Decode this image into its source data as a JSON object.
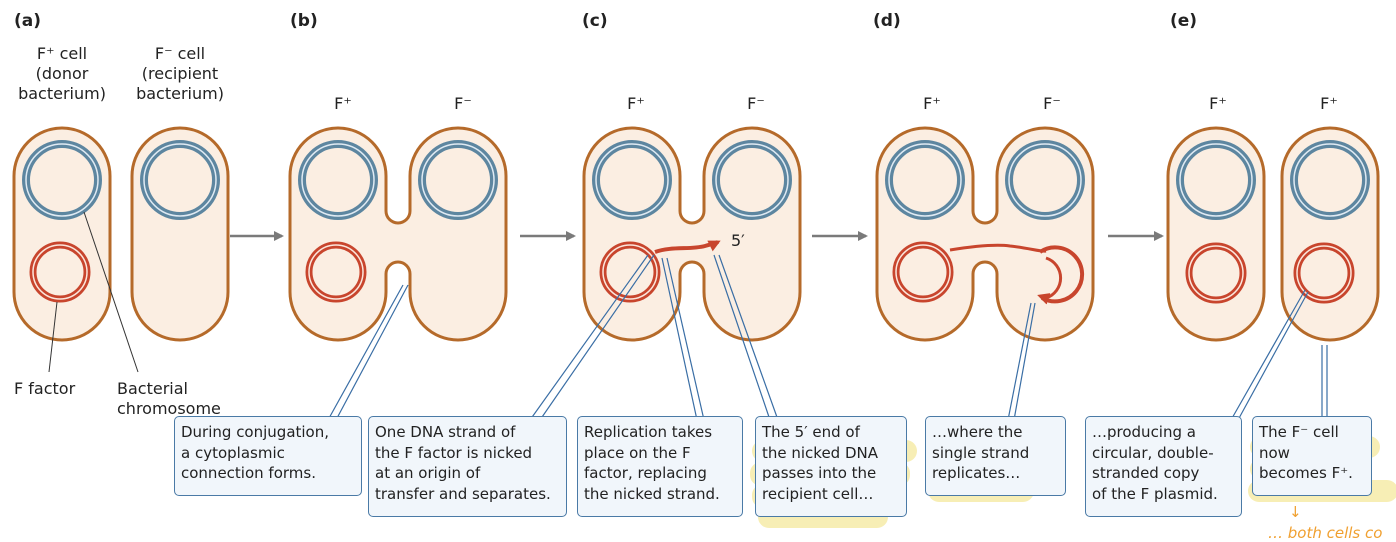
{
  "colors": {
    "cell_fill": "#fbeee2",
    "cell_outline": "#b56a2a",
    "chromosome": "#5d86a0",
    "f_factor": "#c8452d",
    "arrow": "#7a7a7a",
    "leader_line": "#3a6ea5",
    "callout_fill": "#f1f6fb",
    "callout_border": "#4a7aa6",
    "highlight": "#f0e078",
    "handwriting": "#f0a030"
  },
  "panels": [
    {
      "id": "a",
      "label": "(a)",
      "left_cell_label": [
        "F⁺ cell",
        "(donor",
        "bacterium)"
      ],
      "right_cell_label": [
        "F⁻ cell",
        "(recipient",
        "bacterium)"
      ]
    },
    {
      "id": "b",
      "label": "(b)",
      "left_cell_label": [
        "F⁺"
      ],
      "right_cell_label": [
        "F⁻"
      ]
    },
    {
      "id": "c",
      "label": "(c)",
      "left_cell_label": [
        "F⁺"
      ],
      "right_cell_label": [
        "F⁻"
      ],
      "strand_end_label": "5′"
    },
    {
      "id": "d",
      "label": "(d)",
      "left_cell_label": [
        "F⁺"
      ],
      "right_cell_label": [
        "F⁻"
      ]
    },
    {
      "id": "e",
      "label": "(e)",
      "left_cell_label": [
        "F⁺"
      ],
      "right_cell_label": [
        "F⁺"
      ]
    }
  ],
  "annotations": {
    "f_factor": "F factor",
    "bacterial_chromosome": "Bacterial\nchromosome"
  },
  "callouts": [
    {
      "id": "b",
      "text": "During conjugation,\na cytoplasmic\nconnection forms.",
      "highlighted": false
    },
    {
      "id": "c1",
      "text": "One DNA strand of\nthe F factor is nicked\nat an origin of\ntransfer and separates.",
      "highlighted": false
    },
    {
      "id": "c2",
      "text": "Replication takes\nplace on the F\nfactor, replacing\nthe nicked strand.",
      "highlighted": false
    },
    {
      "id": "c3",
      "text": "The 5′ end of\nthe nicked DNA\npasses into the\nrecipient cell…",
      "highlighted": true
    },
    {
      "id": "d",
      "text": "…where the\nsingle strand\nreplicates…",
      "highlighted_lines": [
        1,
        2
      ]
    },
    {
      "id": "e1",
      "text": "…producing a\ncircular, double-\nstranded copy\nof the F plasmid.",
      "highlighted": false
    },
    {
      "id": "e2",
      "text": "The F⁻ cell\nnow\nbecomes F⁺.",
      "highlighted": true
    }
  ],
  "handwritten_note": {
    "arrow": "↓",
    "text": "… both cells co"
  }
}
